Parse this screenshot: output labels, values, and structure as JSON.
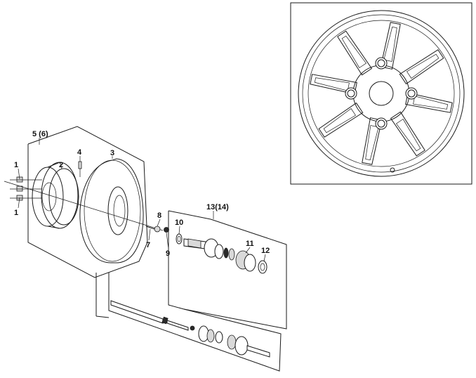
{
  "callouts": {
    "c1a": "1",
    "c1b": "1",
    "c2": "2",
    "c3": "3",
    "c4": "4",
    "c5_6": "5 (6)",
    "c7": "7",
    "c8": "8",
    "c9": "9",
    "c10": "10",
    "c11": "11",
    "c12": "12",
    "c13_14": "13(14)"
  }
}
